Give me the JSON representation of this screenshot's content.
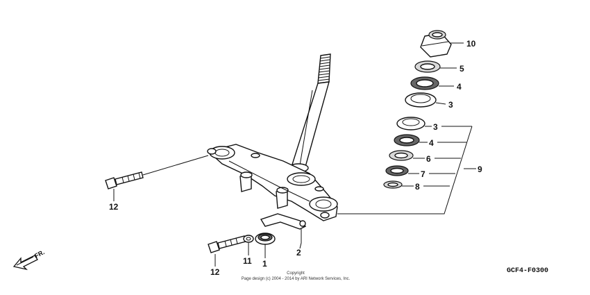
{
  "diagram_code": "GCF4-F0300",
  "direction_label": "FR.",
  "copyright": {
    "line1": "Copyright",
    "line2": "Page design (c) 2004 - 2014 by ARI Network Services, Inc."
  },
  "callouts": {
    "c10": "10",
    "c5": "5",
    "c4a": "4",
    "c3a": "3",
    "c3b": "3",
    "c4b": "4",
    "c6": "6",
    "c7": "7",
    "c8": "8",
    "c9": "9",
    "c12a": "12",
    "c12b": "12",
    "c11": "11",
    "c1": "1",
    "c2": "2"
  },
  "icons": {
    "direction": "fr-arrow-icon"
  }
}
